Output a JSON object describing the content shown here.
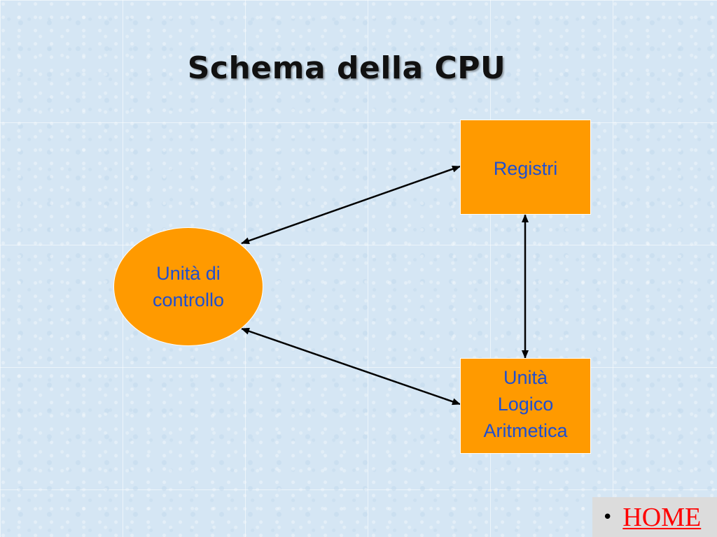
{
  "slide": {
    "title": "Schema della CPU"
  },
  "nodes": {
    "registri": {
      "label": "Registri"
    },
    "alu": {
      "label": "Unità\nLogico\nAritmetica"
    },
    "control_unit": {
      "label": "Unità di\ncontrollo"
    }
  },
  "edges": [
    {
      "from": "control_unit",
      "to": "registri",
      "bidirectional": true
    },
    {
      "from": "registri",
      "to": "alu",
      "bidirectional": true
    },
    {
      "from": "control_unit",
      "to": "alu",
      "bidirectional": true
    }
  ],
  "nav": {
    "bullet": "•",
    "home_label": "HOME"
  },
  "colors": {
    "node_fill": "#ff9a00",
    "node_text": "#1f4fd0",
    "link_text": "#ff0000",
    "background": "#d5e6f4"
  }
}
